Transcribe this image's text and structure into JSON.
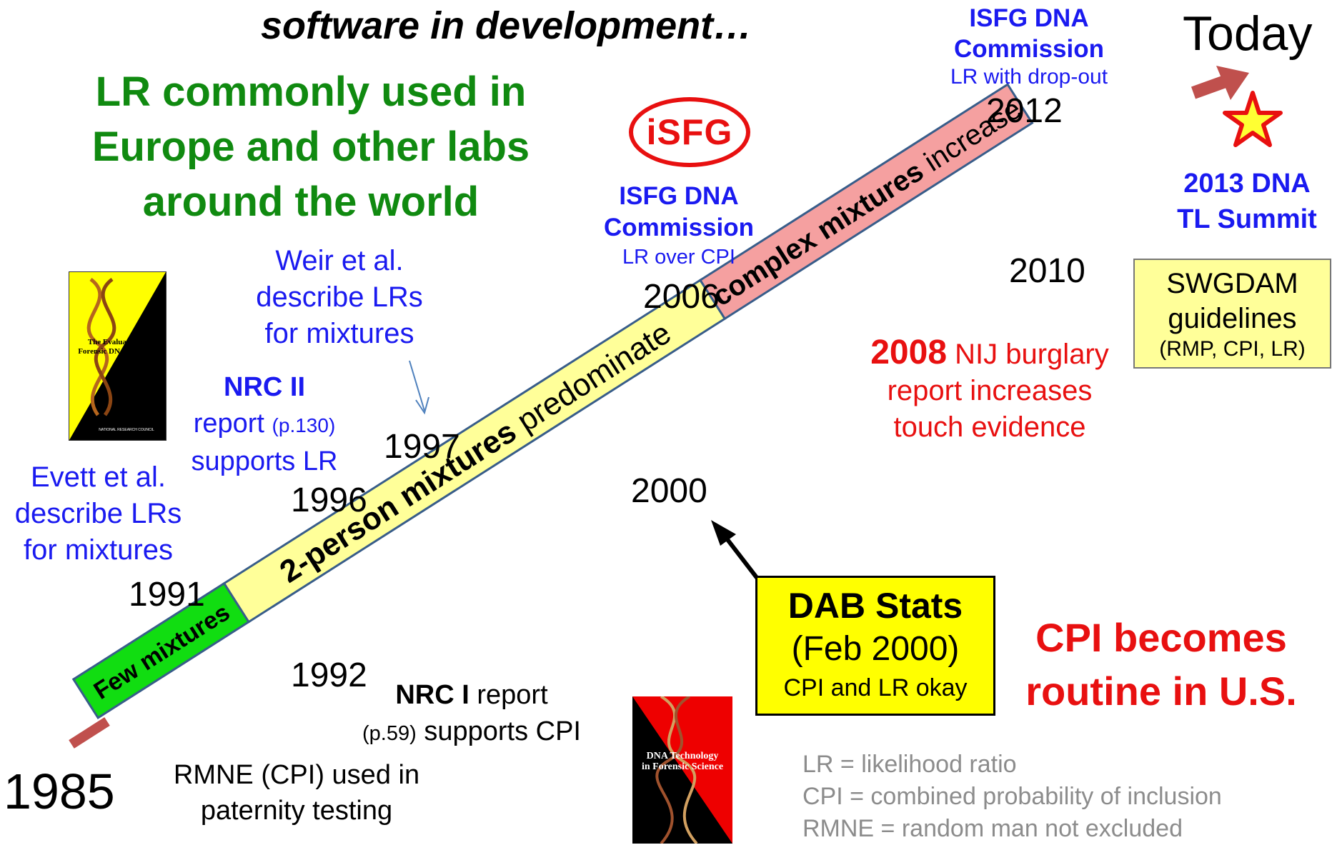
{
  "heading": "software in development…",
  "lr_europe": {
    "line1": "LR commonly used in",
    "line2": "Europe and other labs",
    "line3": "around the world"
  },
  "today": "Today",
  "timeline": {
    "segments": [
      {
        "label": "Few mixtures",
        "color": "#11dd11"
      },
      {
        "label_bold": "2-person mixtures",
        "label_rest": " predominate",
        "color": "#ffff99"
      },
      {
        "label_bold": "complex mixtures",
        "label_rest": " increase",
        "color": "#f5a0a0"
      }
    ],
    "arrow_color": "#c0504d"
  },
  "events": {
    "y1985": {
      "year": "1985",
      "line1": "RMNE (CPI) used in",
      "line2": "paternity testing"
    },
    "y1991": {
      "year": "1991",
      "line1": "Evett et al.",
      "line2": "describe LRs",
      "line3": "for mixtures"
    },
    "y1992": {
      "year": "1992",
      "title": "NRC I",
      "rest": " report",
      "page": "(p.59)",
      "line2_rest": " supports CPI"
    },
    "y1996": {
      "year": "1996",
      "title": "NRC II",
      "line2": "report ",
      "page": "(p.130)",
      "line3": "supports LR"
    },
    "y1997": {
      "year": "1997",
      "line1": "Weir et al.",
      "line2": "describe LRs",
      "line3": "for mixtures"
    },
    "y2000": {
      "year": "2000",
      "box_line1": "DAB Stats",
      "box_line2": "(Feb 2000)",
      "box_line3": "CPI and LR okay"
    },
    "y2006": {
      "year": "2006",
      "logo_text": "iSFG",
      "line1": "ISFG DNA",
      "line2": "Commission",
      "line3": "LR over CPI"
    },
    "y2008": {
      "year": "2008",
      "line1_rest": " NIJ burglary",
      "line2": "report increases",
      "line3": "touch evidence"
    },
    "y2010": {
      "year": "2010",
      "box_line1": "SWGDAM",
      "box_line2": "guidelines",
      "box_line3": "(RMP, CPI, LR)"
    },
    "y2012": {
      "year": "2012",
      "line1": "ISFG DNA",
      "line2": "Commission",
      "line3": "LR with drop-out"
    },
    "y2013": {
      "line1": "2013 DNA",
      "line2": "TL Summit"
    }
  },
  "cpi_routine": {
    "line1": "CPI becomes",
    "line2": "routine in U.S."
  },
  "books": {
    "nrc2": {
      "title_line1": "The Evaluation of",
      "title_line2": "Forensic DNA Evidence",
      "publisher": "NATIONAL RESEARCH COUNCIL"
    },
    "nrc1": {
      "title_line1": "DNA Technology",
      "title_line2": "in Forensic Science"
    }
  },
  "legend": [
    "LR = likelihood ratio",
    "CPI = combined probability of inclusion",
    "RMNE = random man not excluded"
  ]
}
